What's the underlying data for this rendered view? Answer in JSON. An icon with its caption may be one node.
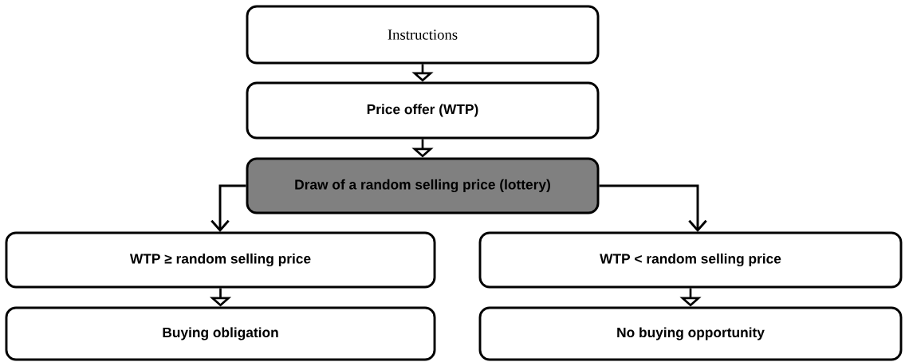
{
  "diagram": {
    "nodes": [
      {
        "text": [
          "Instructions"
        ]
      },
      {
        "text": [
          "Price offer (WTP)"
        ]
      },
      {
        "text": [
          "Draw of a random selling price (lottery)"
        ]
      },
      {
        "text": [
          "WTP ≥ random selling price"
        ]
      },
      {
        "text": [
          "WTP < random selling price"
        ]
      },
      {
        "text": [
          "Buying obligation"
        ]
      },
      {
        "text": [
          "No buying opportunity"
        ]
      }
    ],
    "edges": [
      {
        "from": 0,
        "to": 1,
        "arrow": "to"
      },
      {
        "from": 1,
        "to": 2,
        "arrow": "to"
      },
      {
        "from": 2,
        "to": 3,
        "arrow": "to"
      },
      {
        "from": 2,
        "to": 4,
        "arrow": "to"
      },
      {
        "from": 3,
        "to": 5,
        "arrow": "to"
      },
      {
        "from": 4,
        "to": 6,
        "arrow": "to"
      }
    ]
  }
}
